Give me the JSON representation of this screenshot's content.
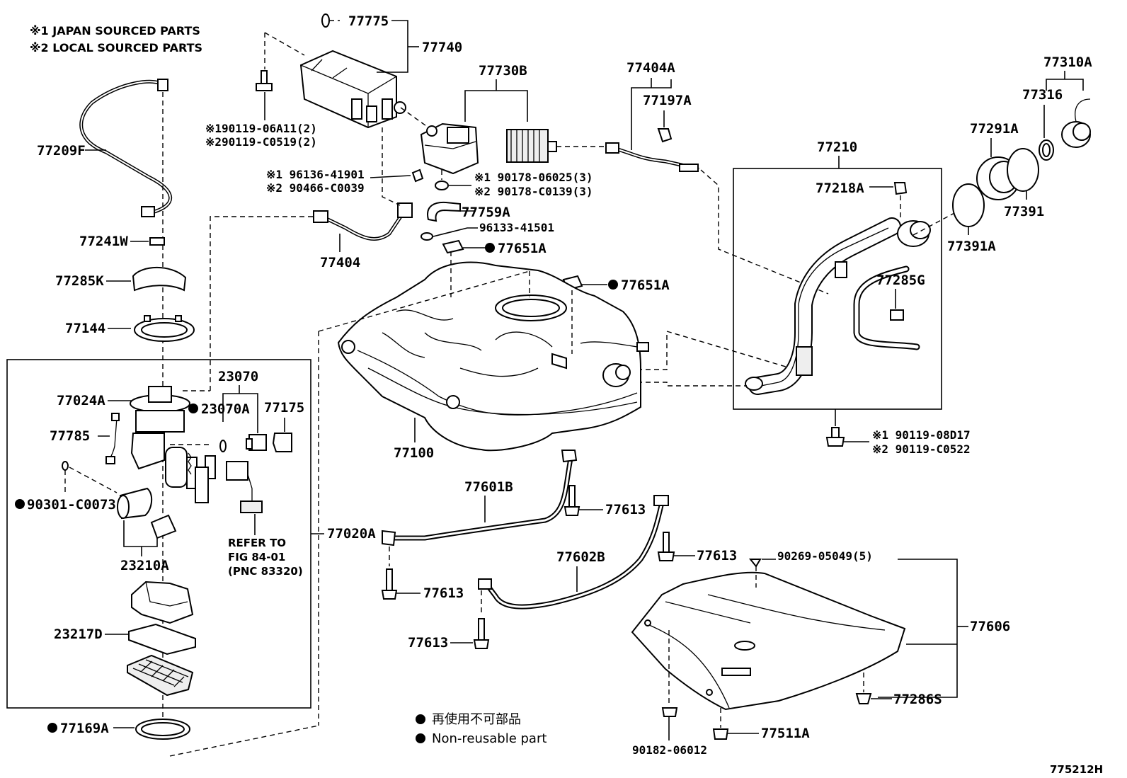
{
  "notes": {
    "japan": "※1 JAPAN SOURCED PARTS",
    "local": "※2 LOCAL SOURCED PARTS"
  },
  "parts": {
    "p77775": "77775",
    "p77740": "77740",
    "p77730B": "77730B",
    "p77404A": "77404A",
    "p77197A": "77197A",
    "p77310A": "77310A",
    "p77316": "77316",
    "p77291A": "77291A",
    "p77210": "77210",
    "p77218A": "77218A",
    "p77391": "77391",
    "p77391A": "77391A",
    "p77285G": "77285G",
    "p77209F": "77209F",
    "p77241W": "77241W",
    "p77285K": "77285K",
    "p77144": "77144",
    "p77404": "77404",
    "p77759A": "77759A",
    "p96133_41501": "96133-41501",
    "p77651A_1": "77651A",
    "p77651A_2": "77651A",
    "p23070": "23070",
    "p77024A": "77024A",
    "p23070A": "23070A",
    "p77175": "77175",
    "p77785": "77785",
    "p90301": "90301-C0073",
    "p23210A": "23210A",
    "p23217D": "23217D",
    "p77169A": "77169A",
    "p77100": "77100",
    "p77020A": "77020A",
    "p77601B": "77601B",
    "p77613_1": "77613",
    "p77613_2": "77613",
    "p77613_3": "77613",
    "p77613_4": "77613",
    "p77602B": "77602B",
    "p90269": "90269-05049(5)",
    "p77606": "77606",
    "p77286S": "77286S",
    "p77511A": "77511A",
    "p90182": "90182-06012",
    "bolt1_j": "※190119-06A11(2)",
    "bolt1_l": "※290119-C0519(2)",
    "clip_j": "※1 96136-41901",
    "clip_l": "※2 90466-C0039",
    "nut_j": "※1 90178-06025(3)",
    "nut_l": "※2 90178-C0139(3)",
    "bolt2_j": "※1 90119-08D17",
    "bolt2_l": "※2 90119-C0522"
  },
  "refer": {
    "line1": "REFER TO",
    "line2": "FIG 84-01",
    "line3": "(PNC 83320)"
  },
  "legend": {
    "jp": "再使用不可部品",
    "en": "Non-reusable part"
  },
  "figure_id": "775212H"
}
